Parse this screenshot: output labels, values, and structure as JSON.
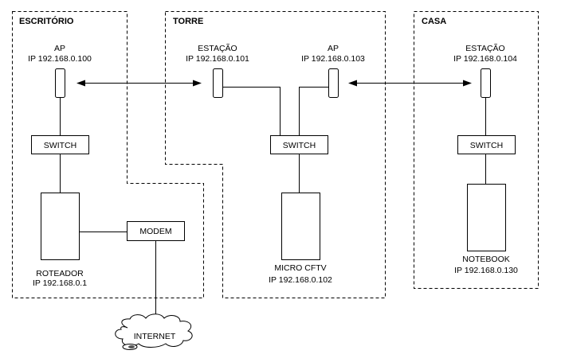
{
  "diagram": {
    "zones": {
      "escritorio": {
        "label": "ESCRITÓRIO"
      },
      "torre": {
        "label": "TORRE"
      },
      "casa": {
        "label": "CASA"
      }
    },
    "devices": {
      "escritorio_ap": {
        "name": "AP",
        "ip": "IP 192.168.0.100"
      },
      "escritorio_switch": {
        "name": "SWITCH"
      },
      "roteador": {
        "name": "ROTEADOR",
        "ip": "IP 192.168.0.1"
      },
      "modem": {
        "name": "MODEM"
      },
      "internet": {
        "name": "INTERNET"
      },
      "torre_estacao": {
        "name": "ESTAÇÃO",
        "ip": "IP 192.168.0.101"
      },
      "torre_ap": {
        "name": "AP",
        "ip": "IP 192.168.0.103"
      },
      "torre_switch": {
        "name": "SWITCH"
      },
      "micro_cftv": {
        "name": "MICRO CFTV",
        "ip": "IP 192.168.0.102"
      },
      "casa_estacao": {
        "name": "ESTAÇÃO",
        "ip": "IP 192.168.0.104"
      },
      "casa_switch": {
        "name": "SWITCH"
      },
      "notebook": {
        "name": "NOTEBOOK",
        "ip": "IP 192.168.0.130"
      }
    },
    "links": [
      {
        "from": "escritorio_ap",
        "to": "torre_estacao",
        "type": "wireless"
      },
      {
        "from": "torre_ap",
        "to": "casa_estacao",
        "type": "wireless"
      },
      {
        "from": "escritorio_ap",
        "to": "escritorio_switch",
        "type": "wired"
      },
      {
        "from": "escritorio_switch",
        "to": "roteador",
        "type": "wired"
      },
      {
        "from": "roteador",
        "to": "modem",
        "type": "wired"
      },
      {
        "from": "modem",
        "to": "internet",
        "type": "wired"
      },
      {
        "from": "torre_estacao",
        "to": "torre_switch",
        "type": "wired"
      },
      {
        "from": "torre_ap",
        "to": "torre_switch",
        "type": "wired"
      },
      {
        "from": "torre_switch",
        "to": "micro_cftv",
        "type": "wired"
      },
      {
        "from": "casa_estacao",
        "to": "casa_switch",
        "type": "wired"
      },
      {
        "from": "casa_switch",
        "to": "notebook",
        "type": "wired"
      }
    ]
  }
}
